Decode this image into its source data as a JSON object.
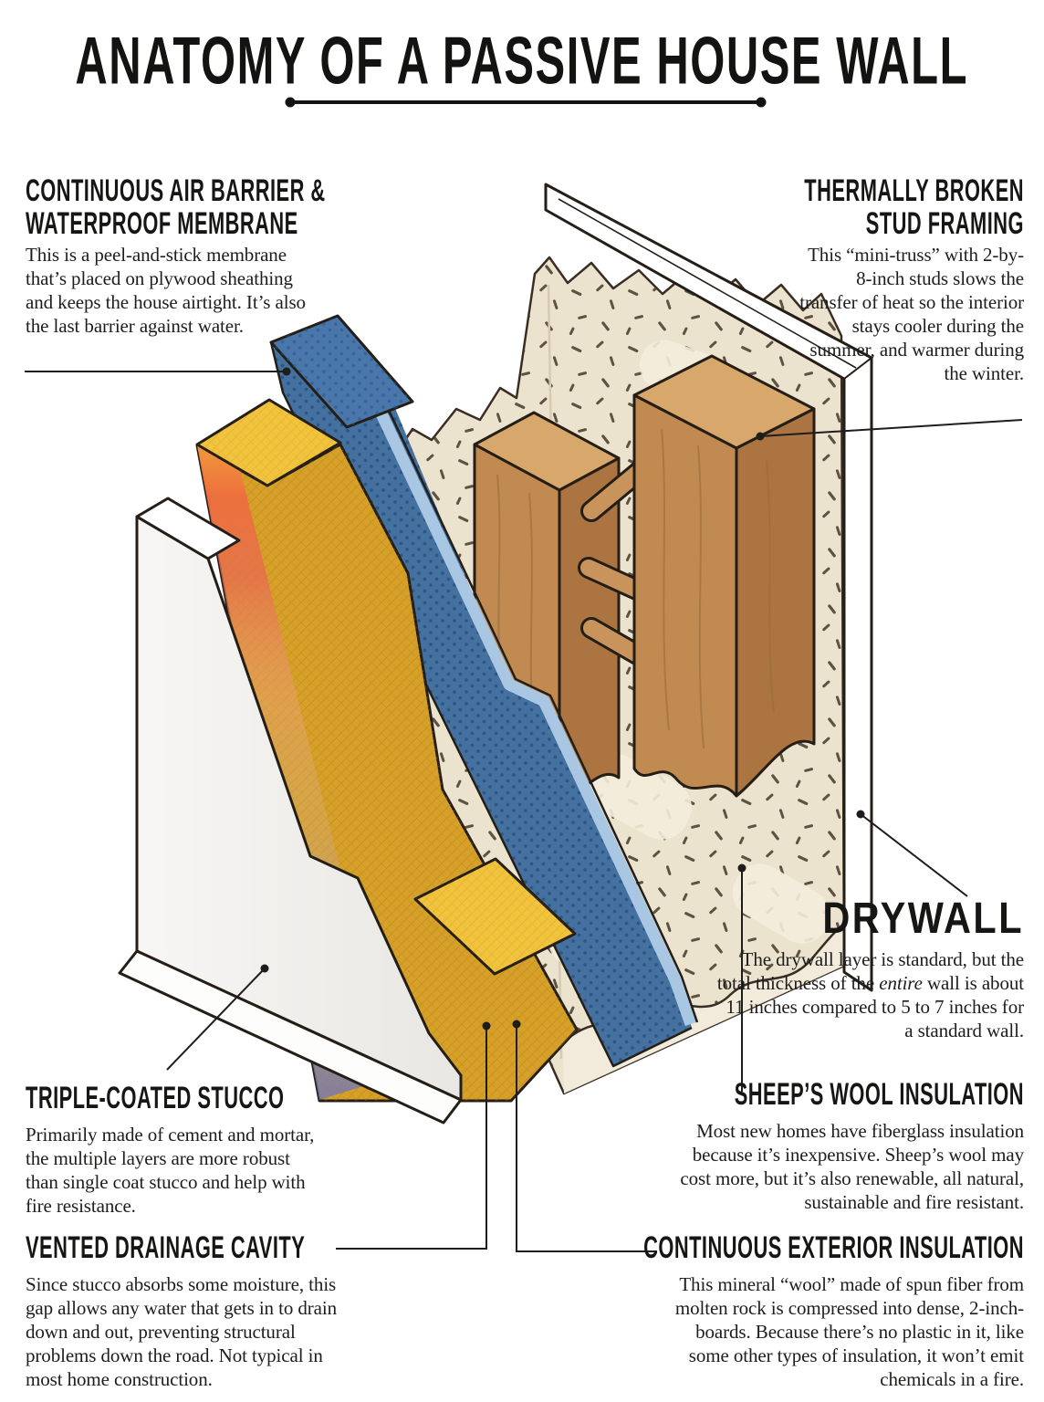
{
  "title": "ANATOMY OF A PASSIVE HOUSE WALL",
  "callouts": {
    "air_barrier": {
      "heading_line1": "CONTINUOUS AIR BARRIER &",
      "heading_line2": "WATERPROOF MEMBRANE",
      "body": "This is a peel-and-stick membrane that’s placed on plywood sheathing and keeps the house airtight. It’s also the last barrier against water."
    },
    "stud_framing": {
      "heading_line1": "THERMALLY BROKEN",
      "heading_line2": "STUD FRAMING",
      "body": "This “mini-truss” with 2-by-8-inch studs slows the transfer of heat so the interior stays cooler during the summer, and warmer during the winter."
    },
    "drywall": {
      "heading": "DRYWALL",
      "body_pre": "The drywall layer is standard, but the total thickness of the ",
      "body_italic": "entire",
      "body_post": " wall is about 11 inches compared to 5 to 7 inches for a standard wall."
    },
    "sheeps_wool": {
      "heading": "SHEEP’S WOOL INSULATION",
      "body": "Most new homes have fiberglass insulation because it’s inexpensive. Sheep’s wool may cost more, but it’s also renewable, all natural, sustainable and fire resistant."
    },
    "stucco": {
      "heading": "TRIPLE-COATED STUCCO",
      "body": "Primarily made of cement and mortar, the multiple layers are more robust than single coat stucco and help with fire resistance."
    },
    "drainage": {
      "heading": "VENTED DRAINAGE CAVITY",
      "body": "Since stucco absorbs some moisture, this gap allows any water that gets in to drain down and out, preventing structural problems down the road. Not typical in most home construction."
    },
    "exterior_insulation": {
      "heading": "CONTINUOUS EXTERIOR INSULATION",
      "body": "This mineral “wool” made of spun fiber from molten rock is compressed into dense, 2-inch-boards. Because there’s no plastic in it, like some other types of insulation, it won’t emit chemicals in a fire."
    }
  },
  "colors": {
    "text": "#1d1d1b",
    "stucco": "#f2f1ee",
    "insulation_yellow": "#d7a028",
    "insulation_cap_yellow": "#f2c33c",
    "heat_orange": "#ee7a3c",
    "heat_red": "#e85f45",
    "cool_purple": "#8b87b4",
    "membrane_blue": "#44719f",
    "membrane_blue_light": "#a9c7e2",
    "wood": "#c18a50",
    "wool_cream": "#ece3cf",
    "outline": "#241e16"
  }
}
